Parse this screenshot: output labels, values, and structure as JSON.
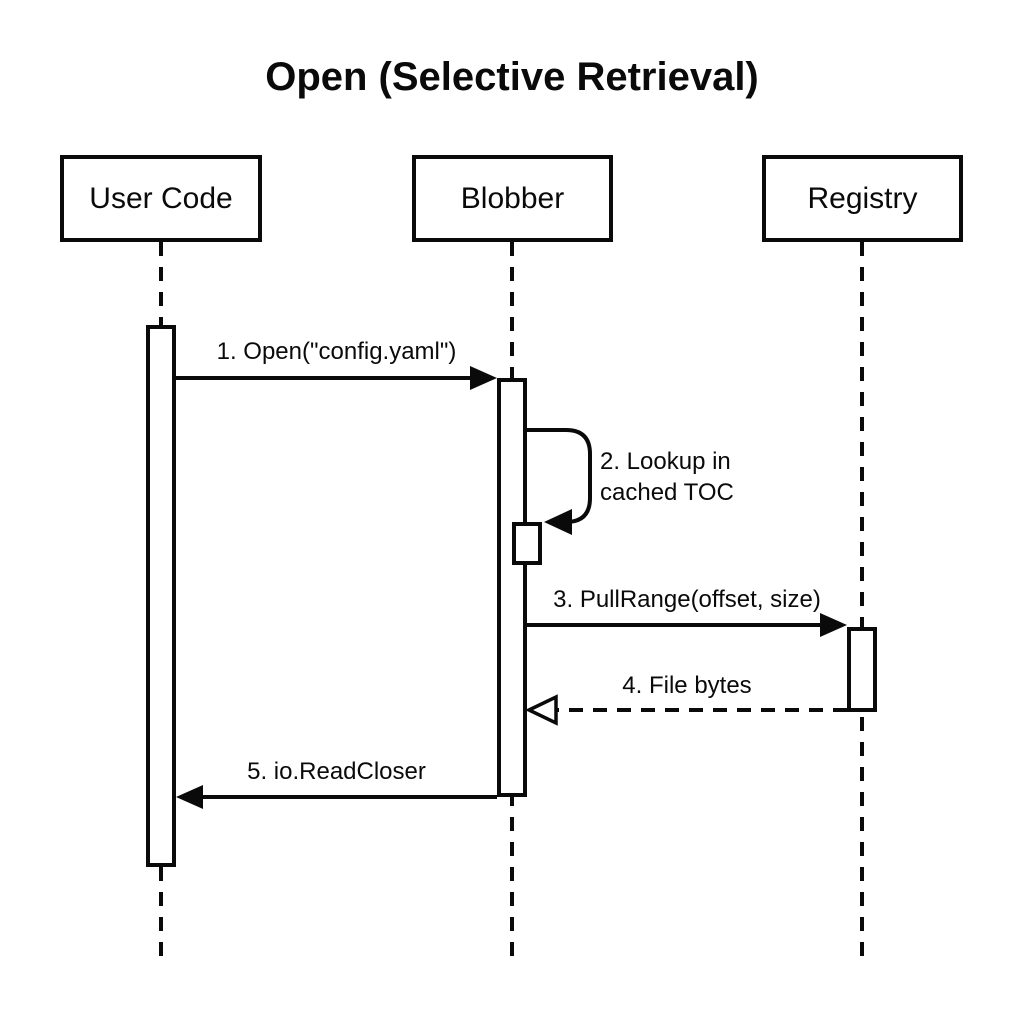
{
  "meta": {
    "title": "Open (Selective Retrieval)",
    "diagram_type": "uml-sequence-diagram",
    "background_color": "#ffffff",
    "line_color": "#0a0a0a",
    "text_color": "#0a0a0a"
  },
  "participants": [
    {
      "id": "user-code",
      "label": "User Code"
    },
    {
      "id": "blobber",
      "label": "Blobber"
    },
    {
      "id": "registry",
      "label": "Registry"
    }
  ],
  "messages": [
    {
      "num": "1",
      "label": "1. Open(\"config.yaml\")",
      "from": "User Code",
      "to": "Blobber",
      "line": "solid",
      "arrowhead": "filled"
    },
    {
      "num": "2",
      "label": "2. Lookup in cached TOC",
      "label_lines": [
        "2. Lookup in",
        "cached TOC"
      ],
      "from": "Blobber",
      "to": "Blobber",
      "line": "solid",
      "arrowhead": "filled",
      "self_message": true
    },
    {
      "num": "3",
      "label": "3. PullRange(offset, size)",
      "from": "Blobber",
      "to": "Registry",
      "line": "solid",
      "arrowhead": "filled"
    },
    {
      "num": "4",
      "label": "4. File bytes",
      "from": "Registry",
      "to": "Blobber",
      "line": "dashed",
      "arrowhead": "open"
    },
    {
      "num": "5",
      "label": "5. io.ReadCloser",
      "from": "Blobber",
      "to": "User Code",
      "line": "solid",
      "arrowhead": "filled"
    }
  ]
}
